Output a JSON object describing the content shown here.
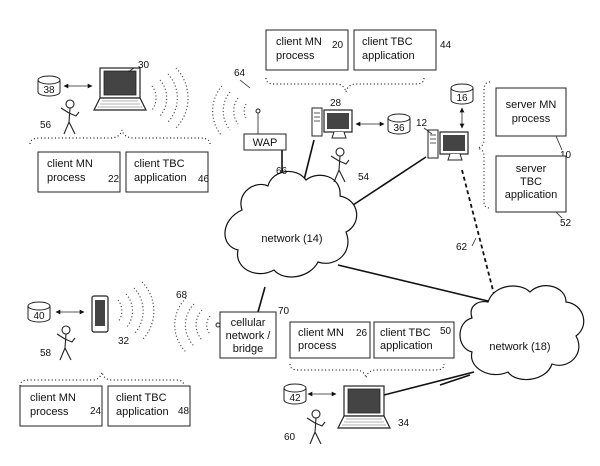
{
  "labels": {
    "client_mn": "client MN\nprocess",
    "client_tbc": "client TBC\napplication",
    "server_mn": "server MN\nprocess",
    "server_tbc": "server\nTBC\napplication",
    "wap": "WAP",
    "network14": "network (14)",
    "network18": "network (18)",
    "cellular": "cellular\nnetwork /\nbridge"
  },
  "refs": {
    "r10": "10",
    "r12": "12",
    "r16": "16",
    "r20": "20",
    "r22": "22",
    "r24": "24",
    "r26": "26",
    "r28": "28",
    "r30": "30",
    "r32": "32",
    "r34": "34",
    "r36": "36",
    "r38": "38",
    "r40": "40",
    "r42": "42",
    "r44": "44",
    "r46": "46",
    "r48": "48",
    "r50": "50",
    "r52": "52",
    "r54": "54",
    "r56": "56",
    "r58": "58",
    "r60": "60",
    "r62": "62",
    "r64": "64",
    "r66": "66",
    "r68": "68",
    "r70": "70"
  }
}
